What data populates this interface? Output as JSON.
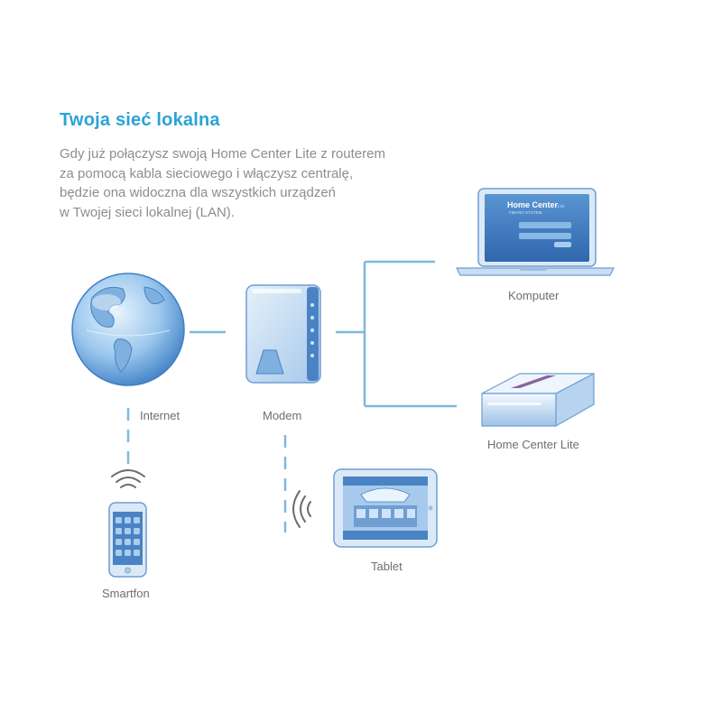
{
  "heading": {
    "title": "Twoja sieć lokalna",
    "lines": [
      "Gdy już połączysz swoją Home Center Lite z routerem",
      "za pomocą kabla sieciowego i włączysz centralę,",
      "będzie ona widoczna dla wszystkich urządzeń",
      "w Twojej sieci lokalnej (LAN)."
    ]
  },
  "nodes": {
    "internet": "Internet",
    "modem": "Modem",
    "computer": "Komputer",
    "home_center": "Home Center Lite",
    "smartphone": "Smartfon",
    "tablet": "Tablet"
  },
  "laptop_screen": {
    "brand": "Home Center",
    "sub": "FIBARO SYSTEM",
    "suffix": "Lite"
  },
  "colors": {
    "accent": "#2aa3d6",
    "line": "#7fb8de",
    "device": "#a9cdee",
    "device_dark": "#4a83c3"
  }
}
